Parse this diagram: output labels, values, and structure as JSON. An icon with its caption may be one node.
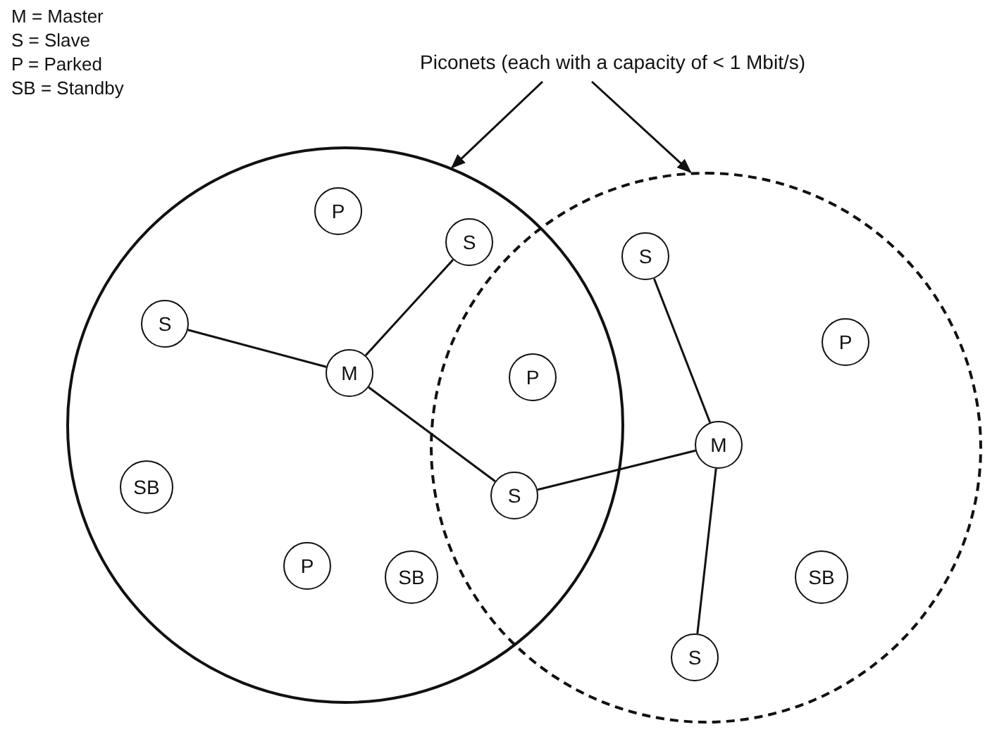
{
  "diagram": {
    "nodes": [
      {
        "text": [
          "Piconets (each with a capacity of < 1 Mbit/s)"
        ]
      },
      {
        "text": [],
        "shape": "circle"
      },
      {
        "text": [],
        "shape": "circle"
      },
      {
        "text": [
          "P"
        ],
        "in": 1
      },
      {
        "text": [
          "S"
        ]
      },
      {
        "text": [
          "S"
        ],
        "in": 2
      },
      {
        "text": [
          "S"
        ],
        "in": 1
      },
      {
        "text": [
          "P"
        ],
        "in": 2
      },
      {
        "text": [
          "M"
        ],
        "in": 1
      },
      {
        "text": [
          "P"
        ]
      },
      {
        "text": [
          "M"
        ],
        "in": 2
      },
      {
        "text": [
          "SB"
        ],
        "in": 1
      },
      {
        "text": [
          "S"
        ]
      },
      {
        "text": [
          "P"
        ],
        "in": 1
      },
      {
        "text": [
          "SB"
        ],
        "in": 1
      },
      {
        "text": [
          "SB"
        ],
        "in": 2
      },
      {
        "text": [
          "S"
        ],
        "in": 2
      }
    ],
    "edges": [
      {
        "from": 0,
        "to": 1,
        "arrow": "to"
      },
      {
        "from": 0,
        "to": 2,
        "arrow": "to"
      },
      {
        "from": 6,
        "to": 8,
        "arrow": "none"
      },
      {
        "from": 8,
        "to": 4,
        "arrow": "none"
      },
      {
        "from": 8,
        "to": 12,
        "arrow": "none"
      },
      {
        "from": 12,
        "to": 10,
        "arrow": "none"
      },
      {
        "from": 10,
        "to": 5,
        "arrow": "none"
      },
      {
        "from": 10,
        "to": 16,
        "arrow": "none"
      }
    ],
    "labels": [
      "M = Master",
      "S = Slave",
      "P = Parked",
      "SB = Standby"
    ]
  }
}
